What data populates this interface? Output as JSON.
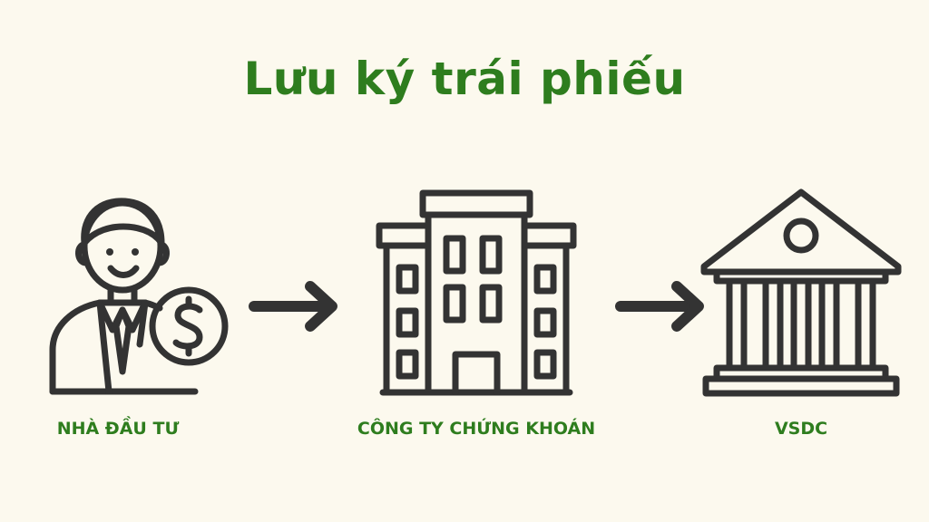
{
  "title": "Lưu ký trái phiếu",
  "colors": {
    "background": "#fcf9ee",
    "accent_green": "#2e7d1e",
    "icon_stroke": "#333333"
  },
  "nodes": [
    {
      "label": "NHÀ ĐẦU TƯ",
      "icon": "investor-with-dollar-coin-icon"
    },
    {
      "label": "CÔNG TY CHỨNG KHOÁN",
      "icon": "office-building-icon"
    },
    {
      "label": "VSDC",
      "icon": "bank-institution-icon"
    }
  ],
  "arrows": [
    {
      "icon": "arrow-right-icon"
    },
    {
      "icon": "arrow-right-icon"
    }
  ]
}
